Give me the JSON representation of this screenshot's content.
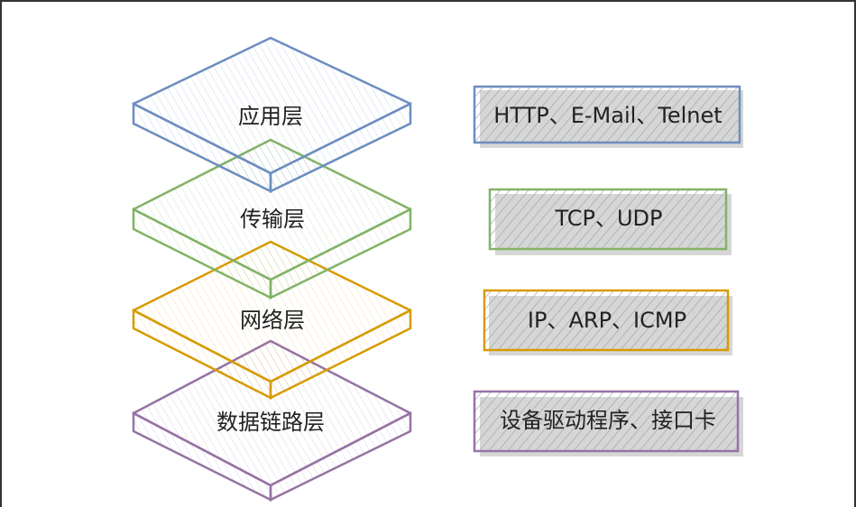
{
  "layers": [
    {
      "name": "应用层",
      "protocols": "HTTP、E-Mail、Telnet",
      "color": "#6c8ebf"
    },
    {
      "name": "传输层",
      "protocols": "TCP、UDP",
      "color": "#82b366"
    },
    {
      "name": "网络层",
      "protocols": "IP、ARP、ICMP",
      "color": "#d79b00"
    },
    {
      "name": "数据链路层",
      "protocols": "设备驱动程序、接口卡",
      "color": "#9673a6"
    }
  ]
}
